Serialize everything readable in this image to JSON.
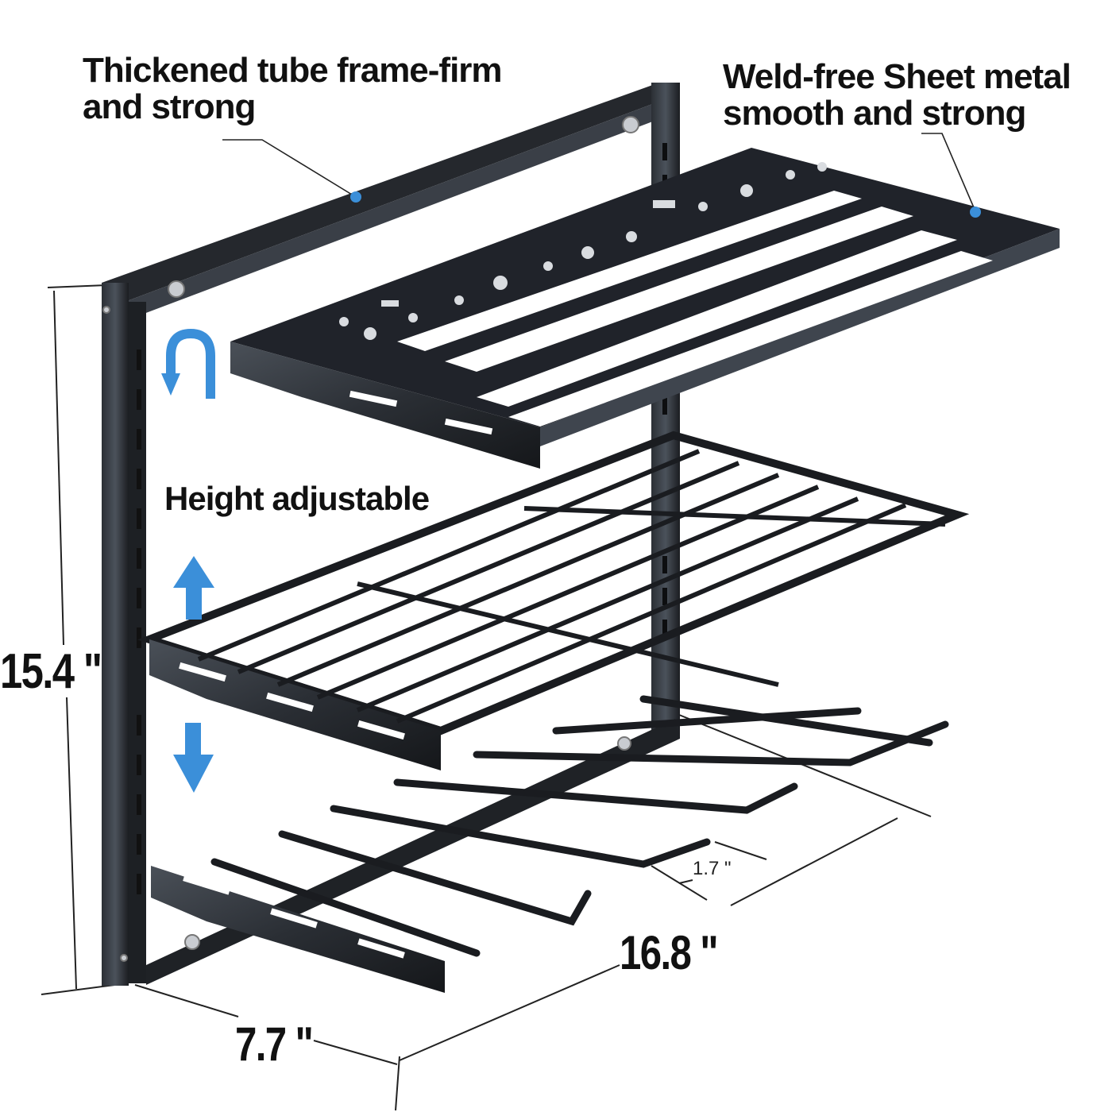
{
  "callouts": {
    "tube_frame": {
      "line1": "Thickened tube frame-firm",
      "line2": "and strong"
    },
    "sheet_metal": {
      "line1": "Weld-free Sheet metal",
      "line2": "smooth and strong"
    },
    "height": "Height adjustable"
  },
  "dimensions": {
    "height": "15.4 \"",
    "width": "16.8 \"",
    "depth": "7.7 \"",
    "gap": "1.7 \""
  },
  "icons": {
    "hook": "u-turn-hook-arrow-icon",
    "up": "arrow-up-icon",
    "down": "arrow-down-icon",
    "marker": "callout-dot-icon"
  },
  "colors": {
    "accent_blue": "#3b8fd9",
    "frame_dark": "#1c1f24",
    "frame_mid": "#3a3f47",
    "text": "#111111"
  }
}
